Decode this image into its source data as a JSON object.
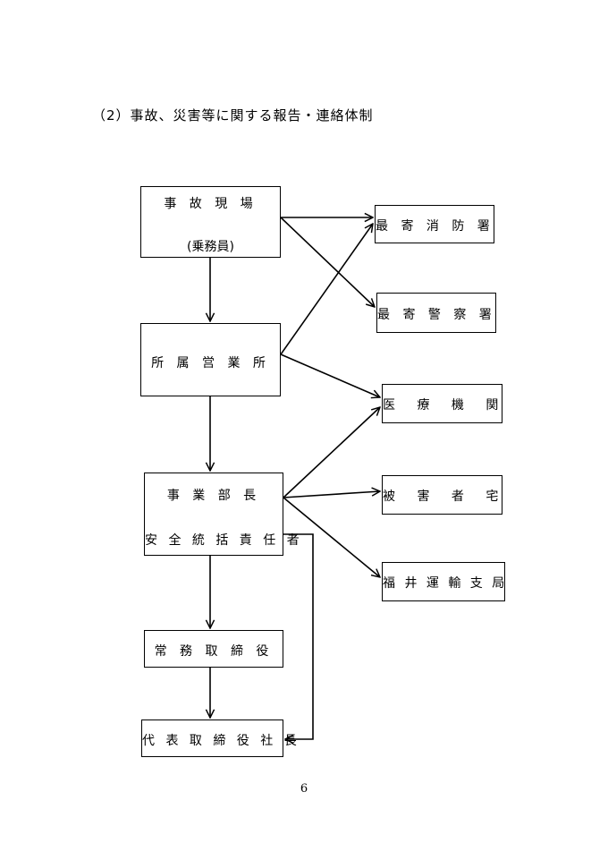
{
  "heading": "（2）事故、災害等に関する報告・連絡体制",
  "nodes": {
    "accident_site": {
      "line1": "事 故 現 場",
      "line2": "(乗務員)"
    },
    "office": {
      "label": "所 属 営 業 所"
    },
    "manager": {
      "line1": "事 業 部 長",
      "line2": "安 全 統 括 責 任 者"
    },
    "executive_director": {
      "label": "常 務 取 締 役"
    },
    "president": {
      "label": "代 表 取 締 役 社 長"
    },
    "fire_station": {
      "label": "最 寄 消 防 署"
    },
    "police_station": {
      "label": "最 寄 警 察 署"
    },
    "medical": {
      "label": "医 療 機 関"
    },
    "victim_home": {
      "label": "被 害 者 宅"
    },
    "transport_bureau": {
      "label": "福 井 運 輸 支 局"
    }
  },
  "page_number": "6"
}
